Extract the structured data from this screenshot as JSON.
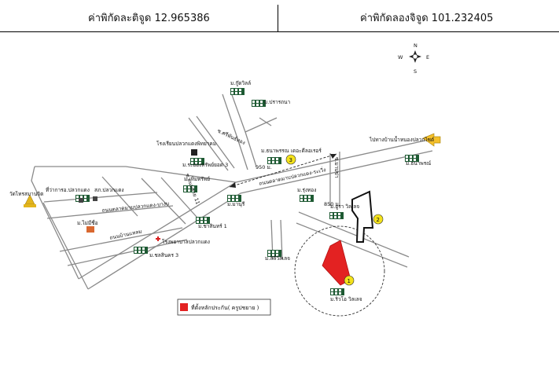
{
  "header": {
    "latitude_text": "ค่าพิกัดละติจูด 12.965386",
    "longitude_text": "ค่าพิกัดลองจิจูด 101.232405"
  },
  "compass": {
    "n": "N",
    "s": "S",
    "e": "E",
    "w": "W"
  },
  "labels": {
    "kukwill": "ม.กู๊ดวิลล์",
    "prannawa": "ม.ปรารถนา",
    "sriphanthai": "ซ.ศรีพันธ์ทอง",
    "school": "โรงเรียนปลวกแดงพิทยาคม",
    "rayong_sap_3": "ม.ระยองทรัพย์ยอด 3",
    "thanaporn": "ม.ธนาพรรณ เดอะดีลอเรอร์",
    "distance_950a": "950 ม.",
    "to_nong_prue": "ไปทางบ้านน้ำหนองปลวกไซต์",
    "thanaporn2": "ม.ธนาพรณ์",
    "road_rayong_city": "ถนนตลาดมาบปลวกแดง-ระเวิ่ง",
    "rung_phong": "ม.รุ่งทอง",
    "distance_850": "850 ม.",
    "side_road": "ซ.มาบข่า",
    "tham_sap": "ม.เทิมทรัพย์",
    "school_road": "ซ.ถนนสาย 11",
    "district_office": "ที่ว่าการอ.ปลวกแดง",
    "police": "สภ.ปลวกแดง",
    "wat": "วัดไทรสมานจิต",
    "main_road": "ถนนตลาดมาบปลวกแดง-บางบ",
    "manuri": "ม.มานุรี",
    "mai_mee_chue": "ม.ไม่มีชื่อ",
    "chaiya_sin": "ม.ชาสินทร์ 1",
    "hospital_road": "ถนนบ้านแหลม",
    "hospital": "โรงพยาบาลปลวกแดง",
    "chai_sin_3": "ม.ชลสินคร 3",
    "liqi_virat": "ม.ลิลี่วิลเลจ",
    "ura": "ม.ยูรา วิลเลจ",
    "rio": "ม.ริวโอ วิลเลจ",
    "marker_1": "1",
    "marker_2": "2",
    "marker_3": "3"
  },
  "legend": {
    "text": "ที่ตั้งหลักประกัน( ครูปชยาย )",
    "color": "#e32222"
  },
  "colors": {
    "road": "#8a8a8a",
    "marker": "#f4e21b",
    "property": "#e32222",
    "arrow": "#f5c02a"
  }
}
